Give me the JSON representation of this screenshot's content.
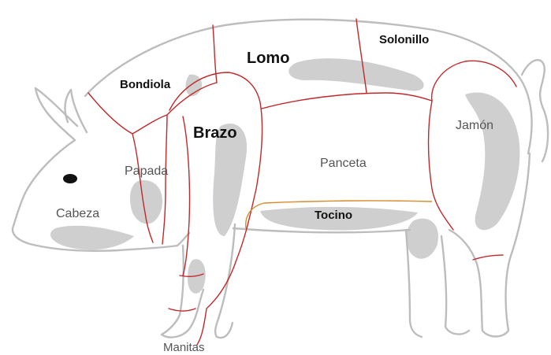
{
  "diagram": {
    "cuts": {
      "cabeza": "Cabeza",
      "papada": "Papada",
      "bondiola": "Bondiola",
      "brazo": "Brazo",
      "lomo": "Lomo",
      "solonillo": "Solonillo",
      "panceta": "Panceta",
      "tocino": "Tocino",
      "jamon": "Jamón",
      "manitas": "Manitas"
    },
    "colors": {
      "outline": "#bdbdbd",
      "shadow": "#c9c9c9",
      "cut_line": "#c0282a",
      "tocino_line": "#d98a2b",
      "eye": "#111111"
    }
  }
}
